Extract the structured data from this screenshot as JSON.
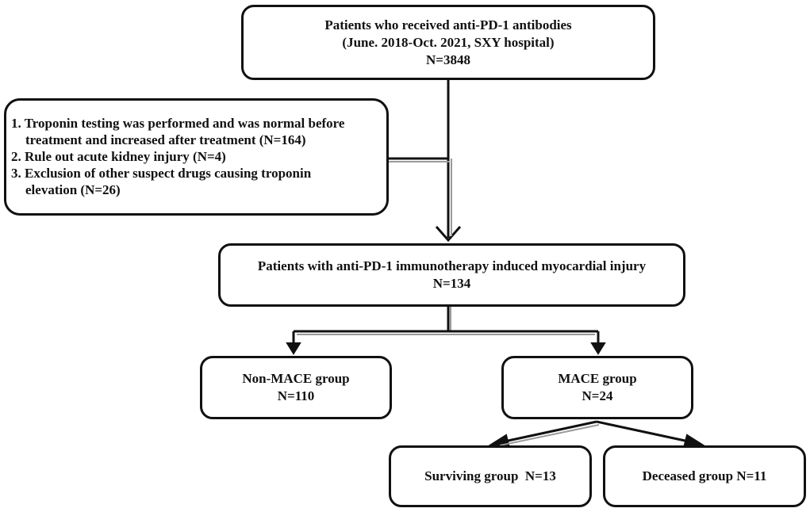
{
  "boxes": {
    "top": {
      "lines": [
        "Patients who received anti-PD-1 antibodies",
        "(June. 2018-Oct. 2021, SXY hospital)",
        "N=3848"
      ]
    },
    "exclusion": {
      "items": [
        {
          "line1": "1. Troponin testing was performed and was normal before",
          "line2": "treatment and increased after treatment (N=164)"
        },
        {
          "line1": "2. Rule out acute kidney injury (N=4)"
        },
        {
          "line1": "3. Exclusion of other suspect drugs causing troponin",
          "line2": "elevation (N=26)"
        }
      ]
    },
    "middle": {
      "lines": [
        "Patients with anti-PD-1 immunotherapy induced myocardial injury",
        "N=134"
      ]
    },
    "non_mace": {
      "lines": [
        "Non-MACE group",
        "N=110"
      ]
    },
    "mace": {
      "lines": [
        "MACE group",
        "N=24"
      ]
    },
    "surviving": {
      "lines": [
        "Surviving group  N=13"
      ]
    },
    "deceased": {
      "lines": [
        "Deceased group N=11"
      ]
    }
  },
  "colors": {
    "line": "#111111",
    "shadow_line": "#9a9a9a",
    "border": "#111111",
    "background": "#ffffff"
  }
}
